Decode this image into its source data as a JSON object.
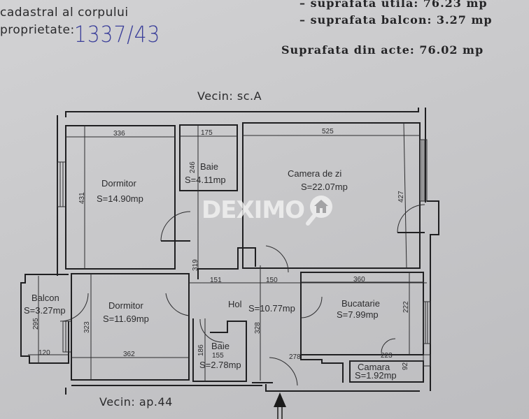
{
  "header": {
    "left_line1": "cadastral al corpului",
    "left_line2": "proprietate:",
    "handwritten_number": "1337/43",
    "right_line1": "– suprafata utila: 76.23 mp",
    "right_line2": "– suprafata balcon: 3.27 mp",
    "right_line3": "Suprafata din acte: 76.02 mp"
  },
  "neighbors": {
    "top": "Vecin: sc.A",
    "bottom": "Vecin: ap.44"
  },
  "rooms": [
    {
      "name": "Dormitor",
      "area": "S=14.90mp"
    },
    {
      "name": "Baie",
      "area": "S=4.11mp"
    },
    {
      "name": "Camera de zi",
      "area": "S=22.07mp"
    },
    {
      "name": "Balcon",
      "area": "S=3.27mp"
    },
    {
      "name": "Dormitor",
      "area": "S=11.69mp"
    },
    {
      "name": "Hol",
      "area": "S=10.77mp"
    },
    {
      "name": "Bucatarie",
      "area": "S=7.99mp"
    },
    {
      "name": "Baie",
      "area": "S=2.78mp"
    },
    {
      "name": "Camara",
      "area": "S=1.92mp"
    }
  ],
  "dimensions": {
    "d336": "336",
    "d175": "175",
    "d525": "525",
    "d246": "246",
    "d431": "431",
    "d427": "427",
    "d319": "319",
    "d151": "151",
    "d150": "150",
    "d360": "360",
    "d295": "295",
    "d323": "323",
    "d328": "328",
    "d222": "222",
    "d120": "120",
    "d362": "362",
    "d186": "186",
    "d155": "155",
    "d278": "278",
    "d223": "223",
    "d92": "92"
  },
  "watermark": {
    "text": "DEXIMO",
    "icon": "house-magnifier-icon"
  },
  "entrance_arrow": "entrance-arrow-icon"
}
